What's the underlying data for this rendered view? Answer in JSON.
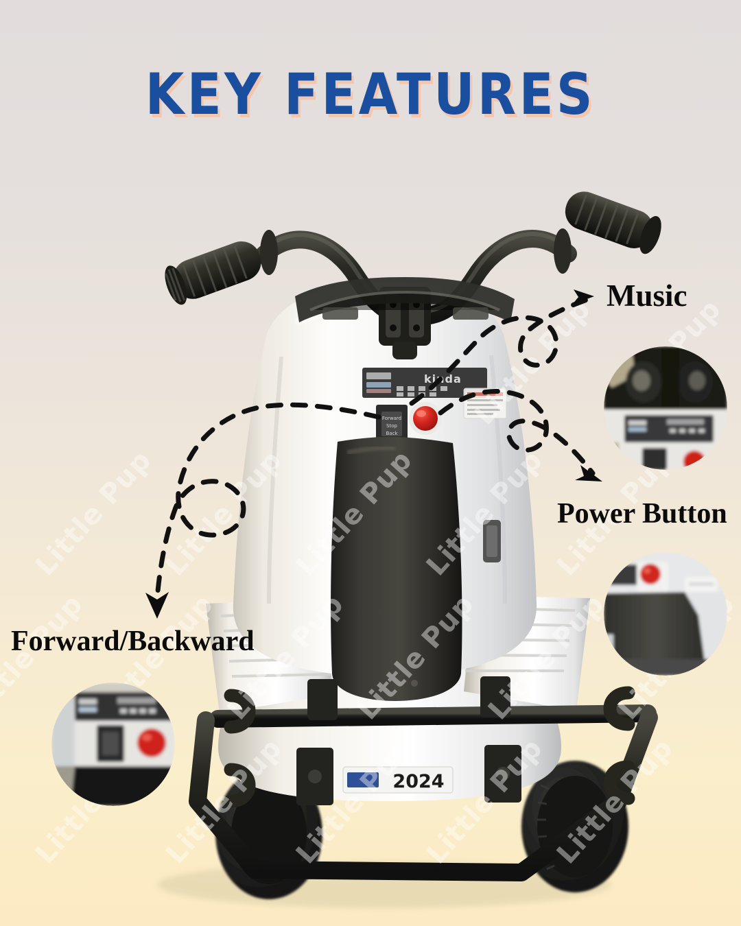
{
  "header": {
    "title": "KEY FEATURES",
    "title_color": "#1a4fa0",
    "title_shadow_color": "#f3c6ae"
  },
  "background": {
    "top_color": "#e0dbda",
    "bottom_color": "#fceac2"
  },
  "watermark": {
    "text": "Little Pup",
    "repeat_count": 18,
    "color": "rgba(255,255,255,0.42)"
  },
  "product": {
    "name": "Kids Ride-On ATV Quad",
    "body_color": "#ffffff",
    "trim_color": "#2b2b2b",
    "plate_text": "2024",
    "panel_brand": "kinda",
    "button_color": "#cc1f1f"
  },
  "callouts": [
    {
      "id": "music",
      "label": "Music",
      "arrow_from": "control-panel",
      "arrow_direction": "right",
      "inset_caption": "music-control-closeup"
    },
    {
      "id": "power",
      "label": "Power Button",
      "arrow_from": "red-button",
      "arrow_direction": "down-right",
      "inset_caption": "power-button-closeup"
    },
    {
      "id": "forward-backward",
      "label": "Forward/Backward",
      "arrow_from": "switch-panel",
      "arrow_direction": "down-left",
      "inset_caption": "forward-backward-switch-closeup"
    }
  ],
  "icons": {
    "arrow": "arrow-head-icon",
    "loop": "dashed-loop-icon"
  }
}
